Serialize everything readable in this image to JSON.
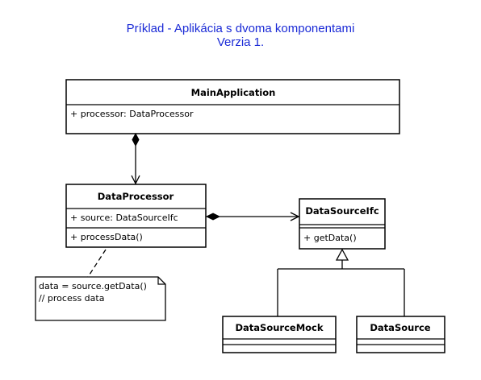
{
  "title": {
    "line1": "Príklad - Aplikácia s dvoma komponentami",
    "line2": "Verzia 1."
  },
  "classes": {
    "main_application": {
      "name": "MainApplication",
      "attribute": "+ processor: DataProcessor"
    },
    "data_processor": {
      "name": "DataProcessor",
      "attribute": "+ source: DataSourceIfc",
      "operation": "+ processData()"
    },
    "data_source_ifc": {
      "name": "DataSourceIfc",
      "operation": "+ getData()"
    },
    "data_source_mock": {
      "name": "DataSourceMock"
    },
    "data_source": {
      "name": "DataSource"
    }
  },
  "note": {
    "line1": "data = source.getData()",
    "line2": "// process data"
  },
  "relations": [
    {
      "type": "composition",
      "from": "MainApplication",
      "to": "DataProcessor"
    },
    {
      "type": "composition",
      "from": "DataProcessor",
      "to": "DataSourceIfc"
    },
    {
      "type": "realization",
      "from": "DataSourceMock",
      "to": "DataSourceIfc"
    },
    {
      "type": "realization",
      "from": "DataSource",
      "to": "DataSourceIfc"
    },
    {
      "type": "note-link",
      "from": "note",
      "to": "DataProcessor"
    }
  ]
}
